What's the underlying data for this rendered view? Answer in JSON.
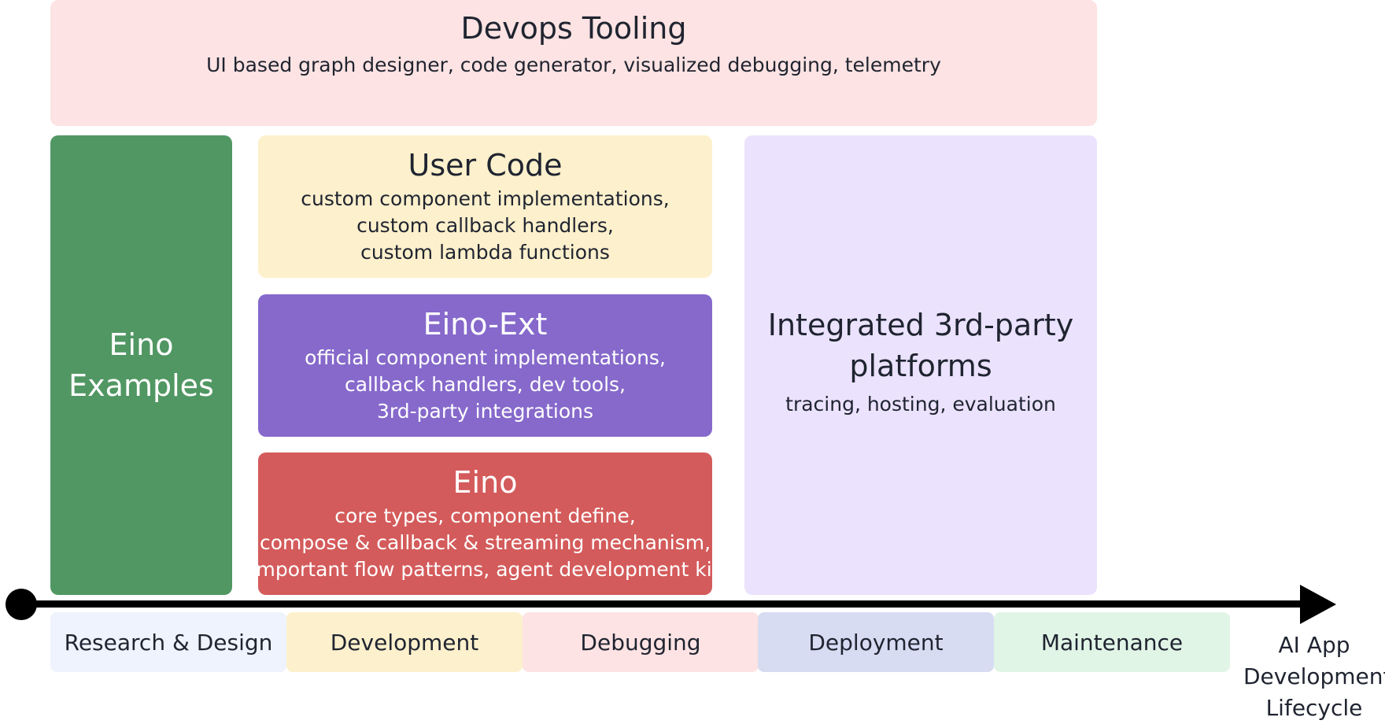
{
  "devops": {
    "title": "Devops Tooling",
    "description": "UI based graph designer, code generator, visualized debugging, telemetry"
  },
  "examples": {
    "title": "Eino Examples"
  },
  "user_code": {
    "title": "User Code",
    "lines": [
      "custom component implementations,",
      "custom callback handlers,",
      "custom lambda functions"
    ]
  },
  "eino_ext": {
    "title": "Eino-Ext",
    "lines": [
      "official component implementations,",
      "callback handlers, dev tools,",
      "3rd-party integrations"
    ]
  },
  "eino": {
    "title": "Eino",
    "lines": [
      "core types, component define,",
      "compose & callback & streaming mechanism,",
      "important flow patterns, agent development kit"
    ]
  },
  "third_party": {
    "title": "Integrated 3rd-party platforms",
    "description": "tracing, hosting, evaluation"
  },
  "timeline": {
    "phases": [
      "Research & Design",
      "Development",
      "Debugging",
      "Deployment",
      "Maintenance"
    ],
    "end_label": "AI App\nDevelopment\nLifecycle"
  },
  "colors": {
    "devops_bg": "#fde3e3",
    "examples_bg": "#519763",
    "user_code_bg": "#fdf0cc",
    "eino_ext_bg": "#8669cb",
    "eino_bg": "#d45b5b",
    "third_party_bg": "#ebe2fd",
    "research_bg": "#eff3fd",
    "development_bg": "#fdf0cc",
    "debugging_bg": "#fde3e3",
    "deployment_bg": "#d7dcf3",
    "maintenance_bg": "#e1f5e7"
  }
}
